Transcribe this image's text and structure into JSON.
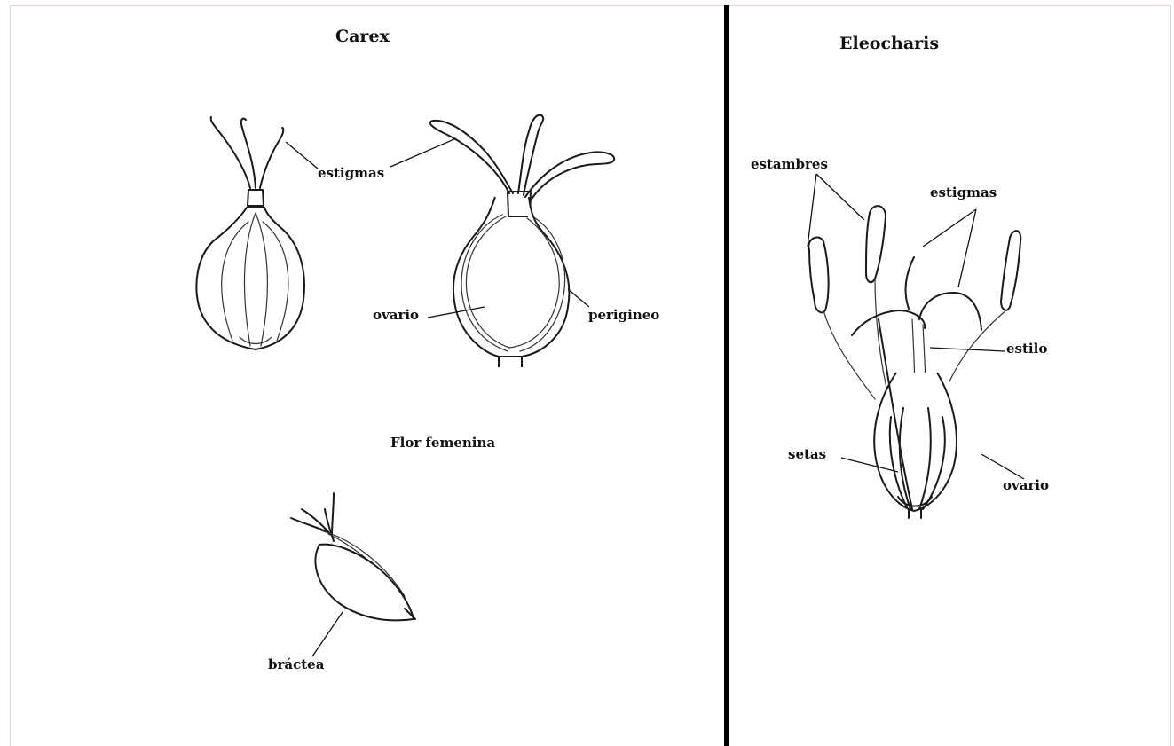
{
  "left_panel": {
    "title": "Carex",
    "caption": "Flor femenina",
    "labels": {
      "estigmas": "estigmas",
      "ovario": "ovario",
      "perigineo": "perigineo",
      "bractea": "bráctea"
    }
  },
  "right_panel": {
    "title": "Eleocharis",
    "labels": {
      "estambres": "estambres",
      "estigmas": "estigmas",
      "estilo": "estilo",
      "setas": "setas",
      "ovario": "ovario"
    }
  }
}
